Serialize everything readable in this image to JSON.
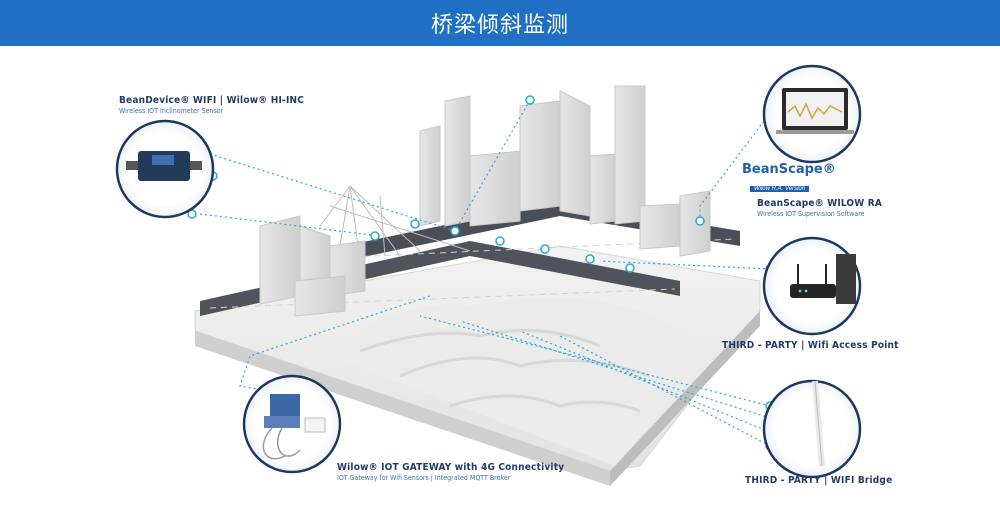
{
  "banner": {
    "title": "桥梁倾斜监测"
  },
  "labels": {
    "sensor": {
      "title": "BeanDevice® WIFI | Wilow® HI-INC",
      "subtitle": "Wireless IOT Inclinometer Sensor"
    },
    "software": {
      "logo_word": "BeanScape®",
      "logo_sub": "Wilow  R.A. Version",
      "title": "BeanScape® WILOW RA",
      "subtitle": "Wireless IOT Supervision Software"
    },
    "access_point": {
      "title": "THIRD - PARTY | Wifi Access Point"
    },
    "gateway": {
      "title": "Wilow® IOT GATEWAY with 4G Connectivity",
      "subtitle": "IOT Gateway for Wifi Sensors | Integrated MQTT Broker"
    },
    "bridge": {
      "title": "THIRD - PARTY | WIFI Bridge"
    }
  },
  "colors": {
    "banner": "#1f6fc5",
    "accent": "#2aa8d8",
    "label": "#233a66",
    "dark": "#1c3763"
  },
  "icons": [
    "inclinometer-sensor-icon",
    "laptop-icon",
    "access-point-router-icon",
    "iot-gateway-icon",
    "wifi-bridge-antenna-icon",
    "wifi-signal-icon"
  ]
}
